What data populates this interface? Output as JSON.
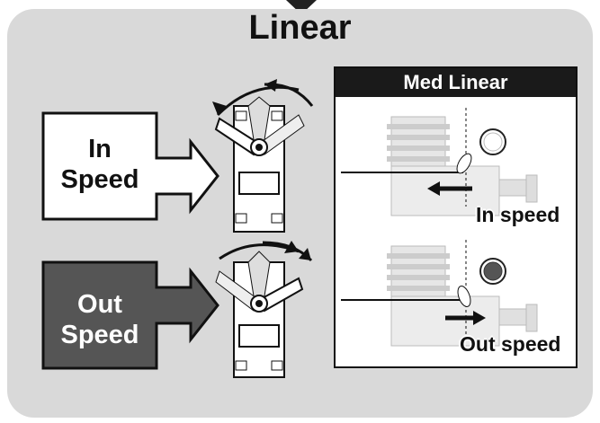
{
  "title": "Linear",
  "in_speed": {
    "line1": "In",
    "line2": "Speed"
  },
  "out_speed": {
    "line1": "Out",
    "line2": "Speed"
  },
  "med_linear": {
    "header": "Med Linear",
    "in_caption": "In speed",
    "out_caption": "Out speed"
  },
  "colors": {
    "panel": "#d9d9d9",
    "dark_button": "#555555",
    "header": "#1a1a1a"
  }
}
